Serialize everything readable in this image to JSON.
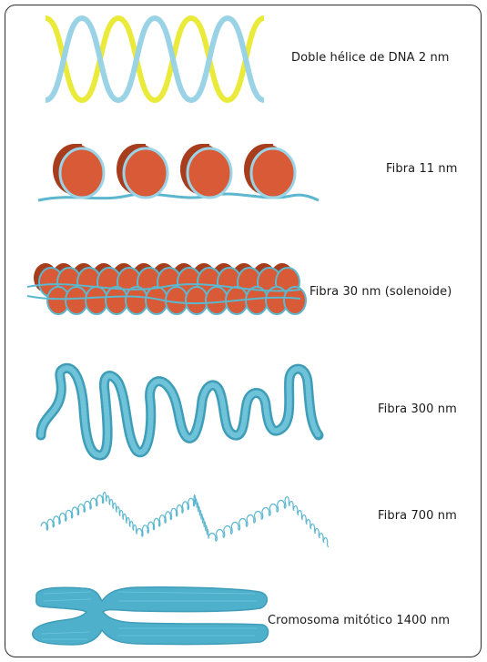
{
  "diagram": {
    "levels": [
      {
        "id": "dna",
        "label": "Doble hélice de DNA 2 nm"
      },
      {
        "id": "fibra11",
        "label": "Fibra 11 nm"
      },
      {
        "id": "fibra30",
        "label": "Fibra 30 nm (solenoide)"
      },
      {
        "id": "fibra300",
        "label": "Fibra 300 nm"
      },
      {
        "id": "fibra700",
        "label": "Fibra 700 nm"
      },
      {
        "id": "cromosoma",
        "label": "Cromosoma mitótico 1400 nm"
      }
    ]
  },
  "colors": {
    "dna_strand_a": "#eaea3a",
    "dna_strand_b": "#9ad3e6",
    "nucleosome_face": "#d85a36",
    "nucleosome_side": "#a83d1e",
    "fiber_blue": "#5cb7cf",
    "fiber_outline": "#3f9db8",
    "frame": "#2b2b2b"
  }
}
